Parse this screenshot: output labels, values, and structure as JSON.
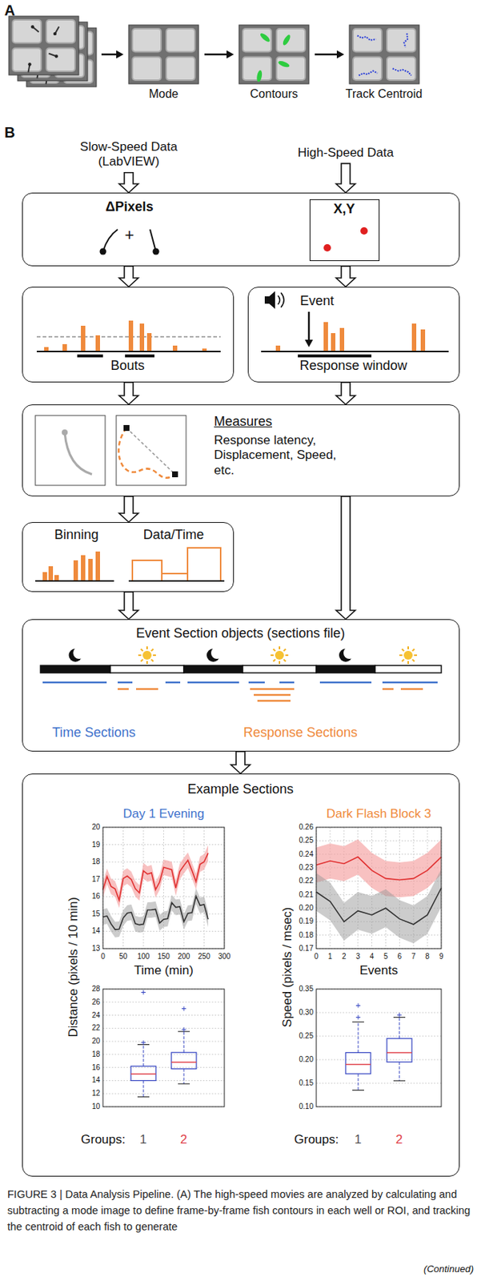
{
  "diagram": {
    "caption": "FIGURE 3 | Data Analysis Pipeline. (A) The high-speed movies are analyzed by calculating and subtracting a mode image to define frame-by-frame fish contours in each well or ROI, and tracking the centroid of each fish to generate",
    "nodes": [
      {
        "text": [
          "ΔPixels",
          "+"
        ]
      },
      {
        "text": [
          "X,Y"
        ],
        "in": 0
      },
      {
        "text": [
          "Bouts"
        ]
      },
      {
        "text": [
          "Event",
          "Response window"
        ]
      },
      {
        "text": [
          "Measures",
          "Response latency, Displacement, Speed, etc."
        ]
      },
      {
        "text": [
          "Binning",
          "Data/Time"
        ]
      },
      {
        "text": [
          "Event Section objects (sections file)",
          "Time Sections",
          "Response Sections"
        ]
      },
      {
        "text": [
          "Example Sections"
        ]
      }
    ],
    "edges": [
      {
        "from": 0,
        "to": 2,
        "arrow": "to"
      },
      {
        "from": 0,
        "to": 3,
        "arrow": "to"
      },
      {
        "from": 2,
        "to": 4,
        "arrow": "to"
      },
      {
        "from": 3,
        "to": 4,
        "arrow": "to"
      },
      {
        "from": 4,
        "to": 5,
        "arrow": "to"
      },
      {
        "from": 5,
        "to": 6,
        "arrow": "to"
      },
      {
        "from": 4,
        "to": 6,
        "arrow": "to"
      },
      {
        "from": 6,
        "to": 7,
        "arrow": "to"
      }
    ],
    "labels": [
      "A",
      "Mode",
      "Contours",
      "Track Centroid",
      "B",
      "Slow-Speed Data (LabVIEW)",
      "High-Speed Data",
      "Day 1 Evening",
      "Dark Flash Block 3",
      "20",
      "19",
      "18",
      "17",
      "16",
      "15",
      "14",
      "13",
      "0",
      "50",
      "100",
      "150",
      "200",
      "250",
      "300",
      "Time (min)",
      "Distance (pixels / 10 min)",
      "28",
      "26",
      "24",
      "22",
      "20",
      "18",
      "16",
      "14",
      "12",
      "10",
      "0.26",
      "0.25",
      "0.24",
      "0.23",
      "0.22",
      "0.21",
      "0.20",
      "0.19",
      "0.18",
      "0.17",
      "0",
      "1",
      "2",
      "3",
      "4",
      "5",
      "6",
      "7",
      "8",
      "9",
      "Events",
      "Speed (pixels / msec)",
      "0.35",
      "0.30",
      "0.25",
      "0.20",
      "0.15",
      "0.10",
      "Groups:",
      "1",
      "2",
      "Groups:",
      "1",
      "2",
      "(Continued)"
    ]
  }
}
